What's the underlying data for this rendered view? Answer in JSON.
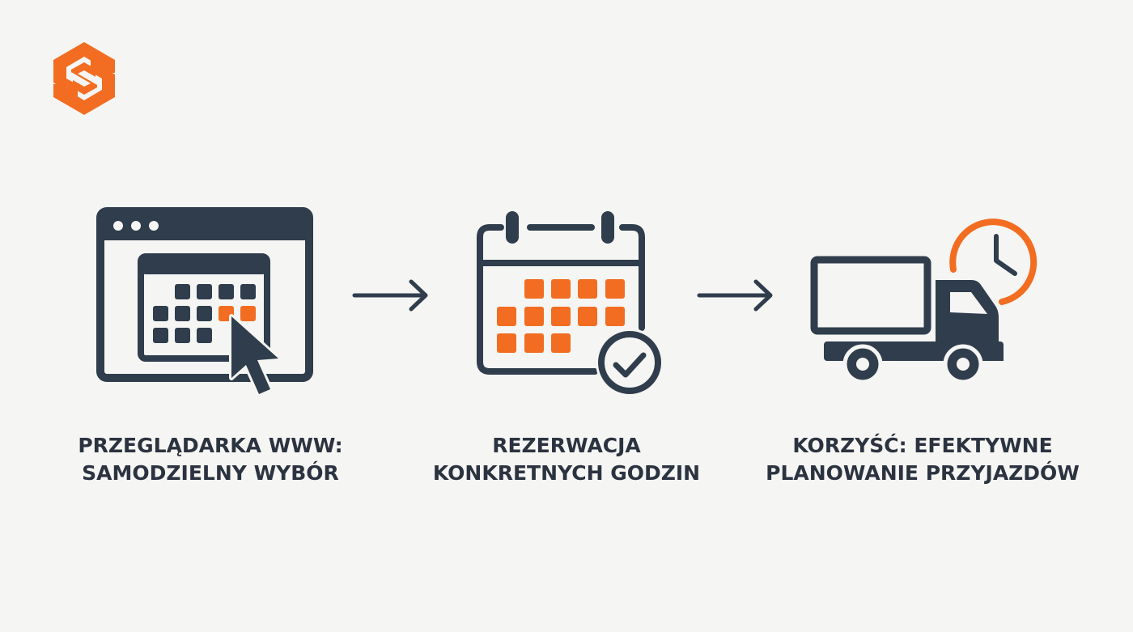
{
  "colors": {
    "background": "#f5f5f3",
    "primary_dark": "#2f3d4c",
    "accent_orange": "#f26d21",
    "text": "#2b3340"
  },
  "logo": {
    "icon": "hexagon-s-logo-icon"
  },
  "steps": [
    {
      "icon": "browser-calendar-cursor-icon",
      "label_line1": "PRZEGLĄDARKA WWW:",
      "label_line2": "SAMODZIELNY WYBÓR"
    },
    {
      "icon": "calendar-check-icon",
      "label_line1": "REZERWACJA",
      "label_line2": "KONKRETNYCH GODZIN"
    },
    {
      "icon": "truck-clock-icon",
      "label_line1": "KORZYŚĆ: EFEKTYWNE",
      "label_line2": "PLANOWANIE PRZYJAZDÓW"
    }
  ],
  "connectors": [
    {
      "icon": "arrow-right-icon"
    },
    {
      "icon": "arrow-right-icon"
    }
  ]
}
